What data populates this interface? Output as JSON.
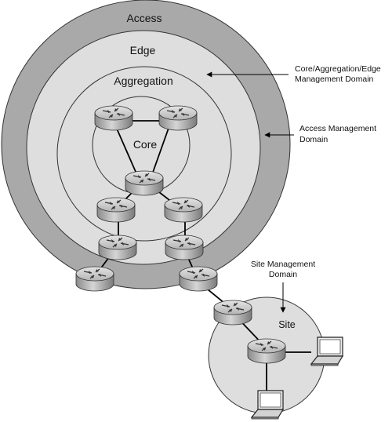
{
  "labels": {
    "access": "Access",
    "edge": "Edge",
    "aggregation": "Aggregation",
    "core": "Core",
    "site": "Site"
  },
  "annotations": {
    "core_agg_edge_line1": "Core/Aggregation/Edge",
    "core_agg_edge_line2": "Management Domain",
    "access_mgmt_line1": "Access Management",
    "access_mgmt_line2": "Domain",
    "site_mgmt_line1": "Site Management",
    "site_mgmt_line2": "Domain"
  },
  "colors": {
    "access_ring": "#a9a9a9",
    "edge_ring": "#dedede",
    "agg_ring": "#dedede",
    "core_ring": "#dedede",
    "site_circle": "#dedede",
    "router_body": "#c4c4c4",
    "link": "#000000"
  },
  "icons": {
    "router": "router-icon",
    "laptop": "laptop-icon",
    "arrow": "arrow-icon"
  }
}
